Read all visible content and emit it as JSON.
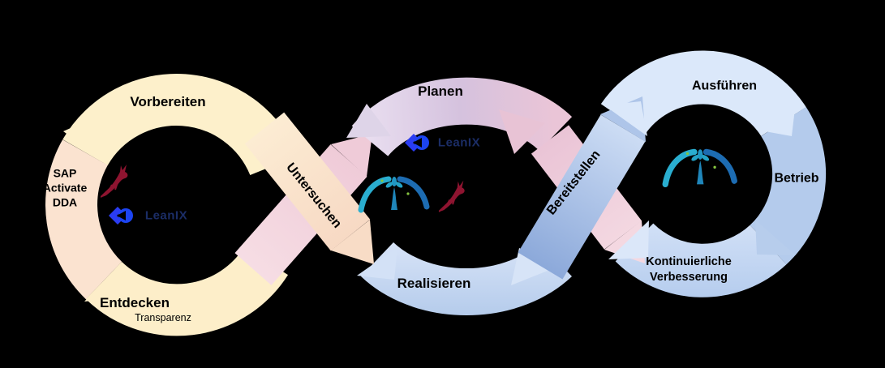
{
  "background_color": "#000000",
  "loops": {
    "left": {
      "top_label": "Vorbereiten",
      "side_label": "SAP\nActivate\nDDA",
      "bottom_label": "Entdecken",
      "bottom_sublabel": "Transparenz"
    },
    "center": {
      "top_label": "Planen",
      "bottom_label": "Realisieren"
    },
    "right": {
      "top_label": "Ausführen",
      "side_label": "Betrieb",
      "bottom_label": "Kontinuierliche\nVerbesserung"
    }
  },
  "connectors": {
    "left_band_label": "Untersuchen",
    "right_band_label": "Bereitstellen"
  },
  "logos": {
    "leanix_wordmark": "LeanIX"
  },
  "colors": {
    "cream_top": "#fdf0cb",
    "cream_bottom": "#fdeec9",
    "peach_segment": "#fbe3d0",
    "peach_band_start": "#fcecd3",
    "peach_band_end": "#f7d9c4",
    "pink_band": "#f3d4dd",
    "mauve_arc": "#d5c2de",
    "blue_bottom_arc": "#c6d8f0",
    "blue_band_dark": "#8ca9da",
    "blue_band_light": "#dbe8fa",
    "right_ring_light": "#dbe8fa",
    "right_ring_medium": "#b4cbec",
    "leanix_blue": "#2140f0",
    "leanix_navy": "#1b2d66",
    "deer_red": "#8e1430",
    "tree_teal": "#2aaed0",
    "tree_blue": "#1d6cb2",
    "text": "#000000"
  }
}
